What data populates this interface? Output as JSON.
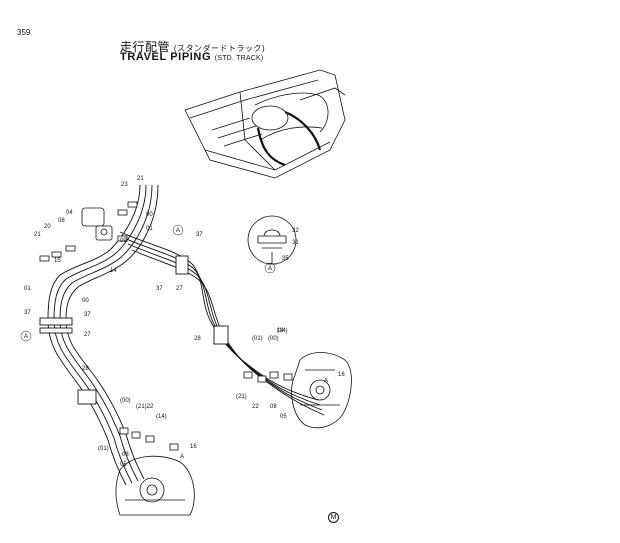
{
  "page_number": "359",
  "title_ja": "走行配管",
  "title_ja_sub": "(スタンダードトラック)",
  "title_en": "TRAVEL PIPING",
  "title_en_sub": "(STD. TRACK)",
  "corner_mark": "M",
  "part_labels": [
    "23",
    "21",
    "00",
    "01",
    "09",
    "04",
    "08",
    "20",
    "21",
    "15",
    "14",
    "37",
    "37",
    "27",
    "A",
    "01",
    "00",
    "37",
    "37",
    "27",
    "A",
    "28",
    "14",
    "(01)",
    "(00)",
    "(14)",
    "16",
    "A",
    "(21)",
    "22",
    "08",
    "05",
    "28",
    "(00)",
    "(21)22",
    "(14)",
    "(01)",
    "08",
    "05",
    "16",
    "A",
    "32",
    "31",
    "35",
    "A"
  ]
}
